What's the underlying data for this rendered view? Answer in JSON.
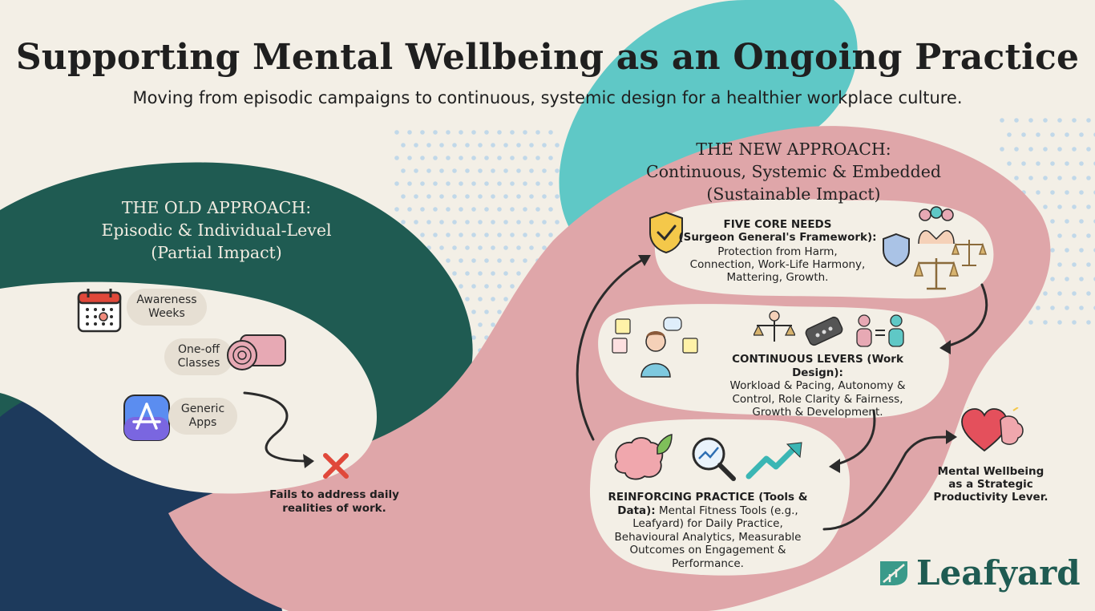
{
  "header": {
    "title": "Supporting Mental Wellbeing as an Ongoing Practice",
    "subtitle": "Moving from episodic campaigns to continuous, systemic design for a healthier workplace culture."
  },
  "old_approach": {
    "heading_line1": "THE OLD APPROACH:",
    "heading_line2": "Episodic & Individual-Level",
    "heading_line3": "(Partial Impact)",
    "items": [
      {
        "label_line1": "Awareness",
        "label_line2": "Weeks",
        "icon": "calendar-icon"
      },
      {
        "label_line1": "One-off",
        "label_line2": "Classes",
        "icon": "yoga-mat-icon"
      },
      {
        "label_line1": "Generic",
        "label_line2": "Apps",
        "icon": "app-store-icon"
      }
    ],
    "result_icon": "red-x-icon",
    "result_line1": "Fails to address daily",
    "result_line2": "realities of work."
  },
  "new_approach": {
    "heading_line1": "THE NEW APPROACH:",
    "heading_line2": "Continuous, Systemic & Embedded",
    "heading_line3": "(Sustainable Impact)",
    "core_needs": {
      "title_line1": "FIVE CORE NEEDS",
      "title_line2": "(Surgeon General's Framework):",
      "text_line1": "Protection from Harm,",
      "text_line2": "Connection, Work-Life Harmony,",
      "text_line3": "Mattering, Growth."
    },
    "levers": {
      "title": "CONTINUOUS LEVERS (Work Design):",
      "text_line1": "Workload & Pacing, Autonomy &",
      "text_line2": "Control, Role Clarity & Fairness,",
      "text_line3": "Growth & Development."
    },
    "reinforcing": {
      "title_line1": "REINFORCING PRACTICE (Tools &",
      "title_line2": "Data):",
      "text_line1": " Mental Fitness Tools (e.g.,",
      "text_line2": "Leafyard) for Daily Practice,",
      "text_line3": "Behavioural Analytics, Measurable",
      "text_line4": "Outcomes on Engagement &",
      "text_line5": "Performance."
    }
  },
  "outcome": {
    "line1": "Mental Wellbeing",
    "line2": "as a Strategic",
    "line3": "Productivity Lever."
  },
  "brand": {
    "name": "Leafyard"
  },
  "colors": {
    "background": "#f3efe6",
    "dark_teal": "#1f5b52",
    "navy": "#1d3a5c",
    "pink": "#dfa6a9",
    "teal": "#5fc8c6",
    "cream_bubble": "#f3efe6",
    "error_red": "#e0483a"
  }
}
